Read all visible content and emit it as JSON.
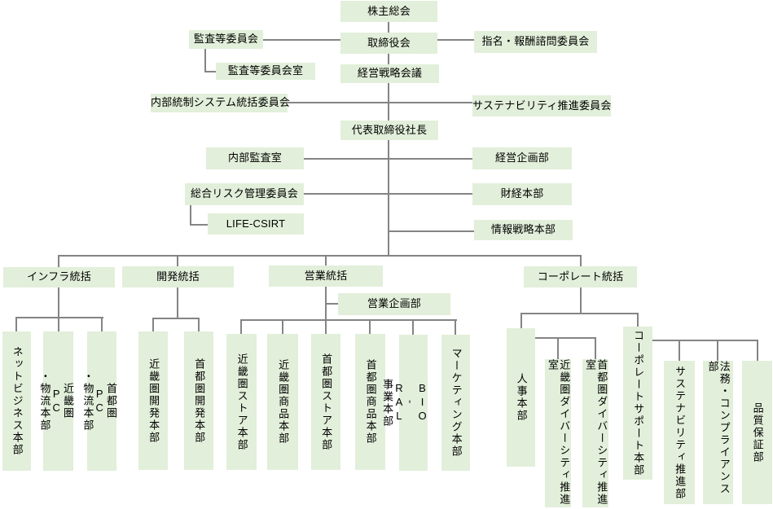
{
  "colors": {
    "box-fill": "#e2efda",
    "line": "#848484",
    "text": "#000000",
    "background": "#ffffff"
  },
  "org": {
    "shareholders_meeting": "株主総会",
    "board_of_directors": "取締役会",
    "audit_committee": "監査等委員会",
    "audit_committee_office": "監査等委員会室",
    "nomination_remuneration_committee": "指名・報酬諮問委員会",
    "management_strategy_council": "経営戦略会議",
    "internal_control_committee": "内部統制システム統括委員会",
    "sustainability_committee": "サステナビリティ推進委員会",
    "president": "代表取締役社長",
    "internal_audit_office": "内部監査室",
    "corporate_planning_dept": "経営企画部",
    "risk_management_committee": "総合リスク管理委員会",
    "life_csirt": "LIFE-CSIRT",
    "finance_hq": "財経本部",
    "info_strategy_hq": "情報戦略本部",
    "sales_planning_dept": "営業企画部",
    "divisions": {
      "infrastructure": {
        "label": "インフラ統括",
        "children": [
          "ネットビジネス本部",
          "近畿圏PC・物流本部",
          "首都圏PC・物流本部"
        ]
      },
      "development": {
        "label": "開発統括",
        "children": [
          "近畿圏開発本部",
          "首都圏開発本部"
        ]
      },
      "sales": {
        "label": "営業統括",
        "children": [
          "近畿圏ストア本部",
          "近畿圏商品本部",
          "首都圏ストア本部",
          "首都圏商品本部",
          "BIO-RAL事業本部",
          "マーケティング本部"
        ]
      },
      "corporate": {
        "label": "コーポレート統括",
        "children": {
          "hr_hq": {
            "label": "人事本部",
            "children": [
              "近畿圏ダイバーシティ推進室",
              "首都圏ダイバーシティ推進室"
            ]
          },
          "corporate_support_hq": {
            "label": "コーポレートサポート本部",
            "children": [
              "サステナビリティ推進部",
              "法務・コンプライアンス部",
              "品質保証部"
            ]
          }
        }
      }
    }
  }
}
